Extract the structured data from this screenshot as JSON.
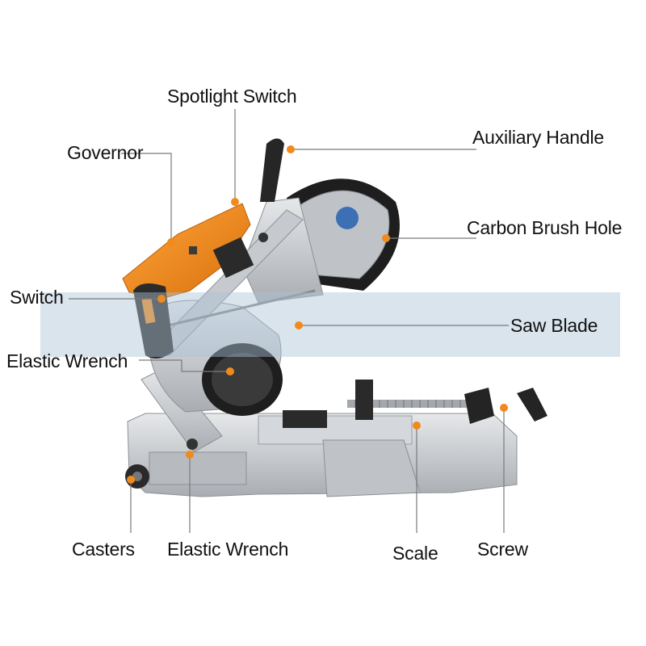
{
  "labels": {
    "spotlight_switch": "Spotlight Switch",
    "governor": "Governor",
    "auxiliary_handle": "Auxiliary Handle",
    "carbon_brush_hole": "Carbon Brush Hole",
    "switch": "Switch",
    "saw_blade": "Saw Blade",
    "elastic_wrench_upper": "Elastic Wrench",
    "casters": "Casters",
    "elastic_wrench_lower": "Elastic Wrench",
    "scale": "Scale",
    "screw": "Screw"
  },
  "colors": {
    "accent_orange": "#f08a1c",
    "leader_line": "#7a7a7a",
    "machine_silver": "#c9ccd0",
    "tire_black": "#1e1e1e",
    "band_blue": "#aac3d7"
  }
}
